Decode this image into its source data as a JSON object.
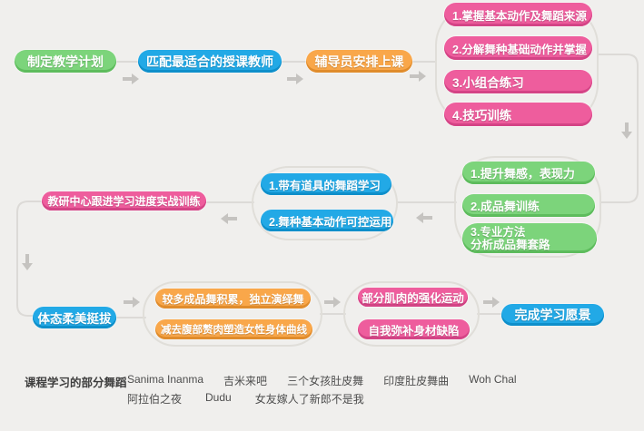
{
  "palette": {
    "green": "#7cd47b",
    "blue": "#22a9e6",
    "orange": "#f9a74a",
    "pink": "#ee5d9d",
    "background": "#f0efed",
    "connector_line": "#dcdad7",
    "arrow": "#c5c3c0"
  },
  "flow": {
    "stage1": {
      "plan": "制定教学计划",
      "match_teacher": "匹配最适合的授课教师",
      "counselor": "辅导员安排上课",
      "outcomes": [
        "1.掌握基本动作及舞蹈来源",
        "2.分解舞种基础动作并掌握",
        "3.小组合练习",
        "4.技巧训练"
      ]
    },
    "stage2": {
      "results": [
        "1.提升舞感，表现力",
        "2.成品舞训练",
        "3.专业方法\n分析成品舞套路"
      ],
      "practice": [
        "1.带有道具的舞蹈学习",
        "2.舞种基本动作可控运用"
      ],
      "tracking": "教研中心跟进学习进度实战训练"
    },
    "stage3": {
      "posture": "体态柔美挺拔",
      "accumulation": [
        "较多成品舞积累，独立演绎舞",
        "减去腹部赘肉塑造女性身体曲线"
      ],
      "fitness": [
        "部分肌肉的强化运动",
        "自我弥补身材缺陷"
      ],
      "goal": "完成学习愿景"
    }
  },
  "songs": {
    "label": "课程学习的部分舞蹈",
    "row1": [
      "Sanima Inanma",
      "吉米来吧",
      "三个女孩肚皮舞",
      "印度肚皮舞曲",
      "Woh Chal"
    ],
    "row2": [
      "阿拉伯之夜",
      "Dudu",
      "女友嫁人了新郎不是我"
    ]
  }
}
